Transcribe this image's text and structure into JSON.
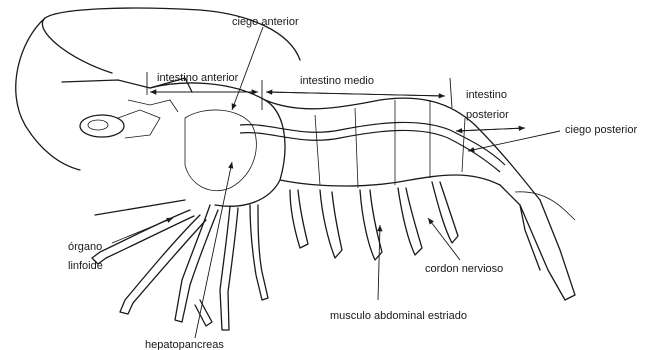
{
  "labels": {
    "ciego_anterior": "ciego anterior",
    "intestino_anterior": "intestino anterior",
    "intestino_medio": "intestino medio",
    "intestino_posterior_1": "intestino",
    "intestino_posterior_2": "posterior",
    "ciego_posterior": "ciego posterior",
    "organo_1": "órgano",
    "organo_2": "linfoide",
    "cordon_nervioso": "cordon nervioso",
    "musculo": "musculo abdominal estriado",
    "hepatopancreas": "hepatopancreas"
  },
  "colors": {
    "ink": "#1a1a1a",
    "background": "#ffffff"
  }
}
